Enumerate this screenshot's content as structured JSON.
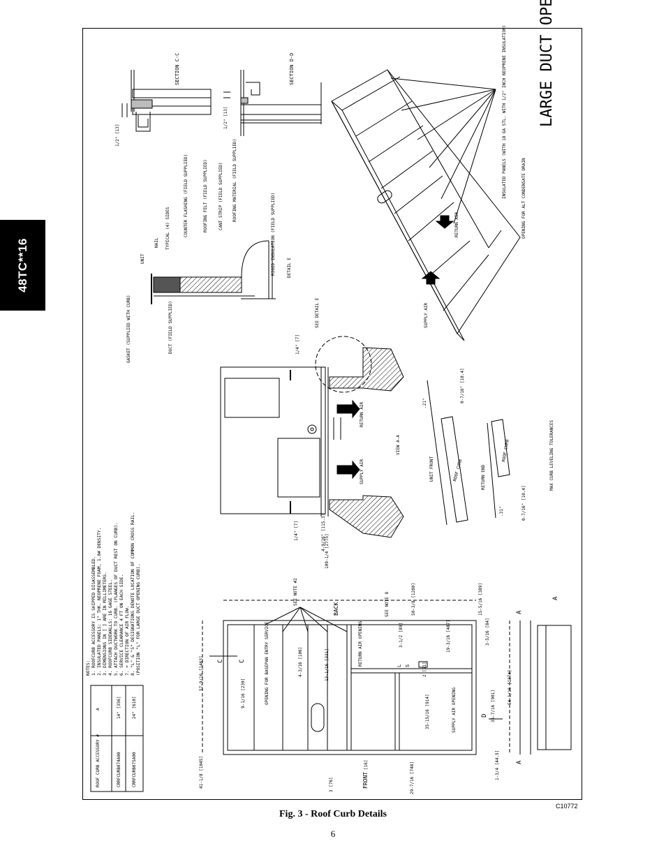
{
  "side_tab": "48TC**16",
  "figure_code": "C10772",
  "caption": "Fig. 3 - Roof Curb Details",
  "page_number": "6",
  "drawing": {
    "large_duct": "LARGE DUCT OPENINGS",
    "section_cc": "SECTION C-C",
    "section_dd": "SECTION D-D",
    "half_inch": "1/2\" [13]",
    "detail_e": "DETAIL E",
    "see_detail_e": "SEE DETAIL E",
    "view_aa": "VIEW A-A",
    "unit_front": "UNIT FRONT",
    "return_end": "RETURN END",
    "roof_curb": "ROOF CURB",
    "max_tolerances": "MAX CURB LEVELING TOLERANCES",
    "tol_a": "0-7/16\" [10.4]",
    "tol_b": "0-7/16\" [10.4]",
    "deg_21": ".21\"",
    "deg_31": ".31\"",
    "supply_air": "SUPPLY AIR",
    "return_air": "RETURN AIR",
    "qtr_a": "1/4\" [7]",
    "qtr_b": "1/4\" [7]",
    "nine16": "4-9/16\" [115.3]",
    "opening_drain": "OPENING FOR ALT CONDENSATE DRAIN",
    "insulated_panels": "INSULATED PANELS (WITH 18 GA STL. WITH 1/2\" INCH NEOPRENE INSULATION)",
    "detail_labels": [
      "GASKET (SUPPLIED WITH CURB)",
      "DUCT (FIELD SUPPLIED)",
      "UNIT",
      "NAIL",
      "TYPICAL (4) SIDES",
      "COUNTER FLASHING (FIELD SUPPLIED)",
      "ROOFING FELT (FIELD SUPPLIED)",
      "CANT STRIP (FIELD SUPPLIED)",
      "ROOFING MATERIAL (FIELD SUPPLIED)",
      "RIGID INSULATION (FIELD SUPPLIED)"
    ],
    "notes": [
      "NOTES:",
      "1. ROOFCURB ACCESSORY IS SHIPPED DISASSEMBLED.",
      "2. INSULATED PANELS: 1\" THK. NEOPRENE FOAM, 1.0# DENSITY.",
      "3. DIMENSIONS IN [ ] ARE IN MILLIMETERS.",
      "4. ROOFCURB SIDEWALLS: 16 GAGE STEEL.",
      "5. ATTACH DUCTWORK TO CURB. (FLANGES OF DUCT REST ON CURB).",
      "6. SERVICE CLEARANCE 4 FT ON EACH SIDE.",
      "7. ➡ DIRECTION OF AIR FLOW.",
      "8. \"L\" & \"S\" DESIGNATIONS DENOTE LOCATION OF COMMON CROSS RAIL.",
      "   (POSITION \"L\" FOR LARGE DUCT OPENING CURB)."
    ],
    "table": {
      "headers": [
        "ROOF CURB ACCESSORY #",
        "A"
      ],
      "rows": [
        [
          "CRRFCURB074A00",
          "14\" [356]"
        ],
        [
          "CRRFCURB075A00",
          "24\" [610]"
        ]
      ]
    },
    "plan": {
      "back": "BACK",
      "front": "FRONT",
      "see_note_2": "SEE NOTE #2",
      "see_note_8": "SEE NOTE 8",
      "basepan": "OPENING FOR BASEPAN ENTRY SERVICE",
      "return_opening": "RETURN AIR OPENING",
      "supply_opening": "SUPPLY AIR OPENING",
      "L": "L",
      "S": "S",
      "dims": [
        "109-1/4 [2775]",
        "57-9/16 [1463]",
        "41-1/8 [1045]",
        "9-1/16 [230]",
        "4-3/16 [106]",
        "13-1/16 [331]",
        "50-3/8 [1280]",
        "3-1/2 [89]",
        "19-3/16 [487]",
        "2 [51]",
        "35-15/16 [914]",
        "15-5/16 [389]",
        "3-5/16 [84]",
        "54-1/16 [1374]",
        "35-7/16 [901]",
        "29-7/16 [748]",
        "1-3/4 [44.5]",
        "3 [76]",
        "[16]"
      ],
      "C": "C",
      "D": "D",
      "A": "A"
    }
  }
}
